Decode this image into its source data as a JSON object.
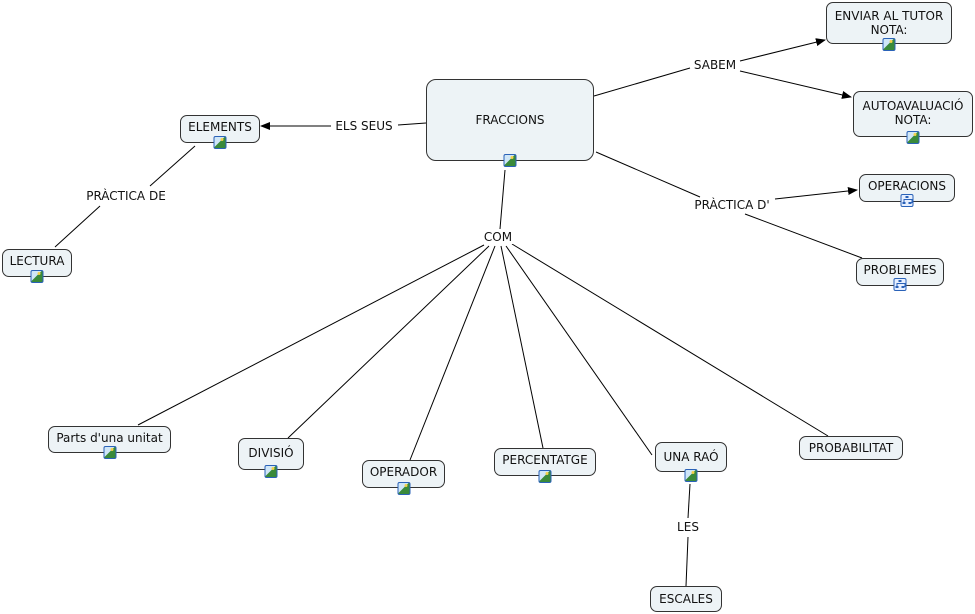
{
  "concepts": {
    "fraccions": {
      "label": "FRACCIONS",
      "icon": "image-icon"
    },
    "enviar": {
      "line1": "ENVIAR AL TUTOR",
      "line2": "NOTA:",
      "icon": "image-icon"
    },
    "autoavaluacio": {
      "line1": "AUTOAVALUACIÓ",
      "line2": "NOTA:",
      "icon": "image-icon"
    },
    "operacions": {
      "label": "OPERACIONS",
      "icon": "cmap-icon"
    },
    "problemes": {
      "label": "PROBLEMES",
      "icon": "cmap-icon"
    },
    "elements": {
      "label": "ELEMENTS",
      "icon": "image-icon"
    },
    "lectura": {
      "label": "LECTURA",
      "icon": "image-icon"
    },
    "parts": {
      "label": "Parts d'una unitat",
      "icon": "image-icon"
    },
    "divisio": {
      "label": "DIVISIÓ",
      "icon": "image-icon"
    },
    "operador": {
      "label": "OPERADOR",
      "icon": "image-icon"
    },
    "percentatge": {
      "label": "PERCENTATGE",
      "icon": "image-icon"
    },
    "una_rao": {
      "label": "UNA RAÓ",
      "icon": "image-icon"
    },
    "probabilitat": {
      "label": "PROBABILITAT"
    },
    "escales": {
      "label": "ESCALES"
    }
  },
  "links": {
    "sabem": "SABEM",
    "els_seus": "ELS SEUS",
    "practica_de": "PRÀCTICA DE",
    "practica_d": "PRÀCTICA D'",
    "com": "COM",
    "les": "LES"
  },
  "colors": {
    "node_fill": "#edf3f6",
    "node_border": "#333333",
    "icon_border": "#2a62b8"
  }
}
